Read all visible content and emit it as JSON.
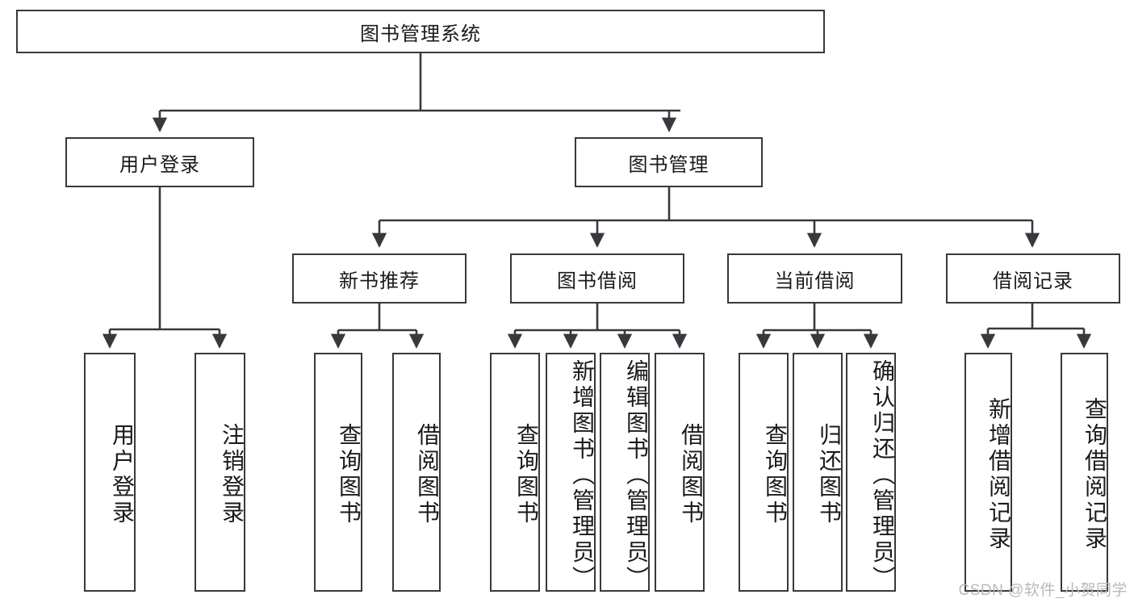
{
  "diagram": {
    "type": "tree",
    "title": "图书管理系统",
    "watermark": "CSDN @软件_小贺同学",
    "colors": {
      "box_border": "#36393d",
      "box_fill": "#ffffff",
      "edge": "#36393d",
      "text": "#1a1a1a",
      "watermark": "#b9b9b9",
      "background": "#ffffff"
    },
    "nodes": {
      "root": {
        "label": "图书管理系统",
        "orientation": "horizontal"
      },
      "level2": [
        {
          "id": "user-login",
          "label": "用户登录",
          "orientation": "horizontal"
        },
        {
          "id": "book-manage",
          "label": "图书管理",
          "orientation": "horizontal"
        }
      ],
      "level3": [
        {
          "id": "new-book-recommend",
          "label": "新书推荐",
          "orientation": "horizontal"
        },
        {
          "id": "book-borrow",
          "label": "图书借阅",
          "orientation": "horizontal"
        },
        {
          "id": "current-borrow",
          "label": "当前借阅",
          "orientation": "horizontal"
        },
        {
          "id": "borrow-record",
          "label": "借阅记录",
          "orientation": "horizontal"
        }
      ],
      "leaves": [
        {
          "id": "leaf-user-login",
          "label": "用户登录",
          "parent": "user-login",
          "orientation": "vertical"
        },
        {
          "id": "leaf-logout-login",
          "label": "注销登录",
          "parent": "user-login",
          "orientation": "vertical"
        },
        {
          "id": "leaf-query-book-1",
          "label": "查询图书",
          "parent": "new-book-recommend",
          "orientation": "vertical"
        },
        {
          "id": "leaf-borrow-book-1",
          "label": "借阅图书",
          "parent": "new-book-recommend",
          "orientation": "vertical"
        },
        {
          "id": "leaf-query-book-2",
          "label": "查询图书",
          "parent": "book-borrow",
          "orientation": "vertical"
        },
        {
          "id": "leaf-add-book",
          "label": "新增图书（管理员）",
          "parent": "book-borrow",
          "orientation": "vertical"
        },
        {
          "id": "leaf-edit-book",
          "label": "编辑图书（管理员）",
          "parent": "book-borrow",
          "orientation": "vertical"
        },
        {
          "id": "leaf-borrow-book-2",
          "label": "借阅图书",
          "parent": "book-borrow",
          "orientation": "vertical"
        },
        {
          "id": "leaf-query-book-3",
          "label": "查询图书",
          "parent": "current-borrow",
          "orientation": "vertical"
        },
        {
          "id": "leaf-return-book",
          "label": "归还图书",
          "parent": "current-borrow",
          "orientation": "vertical"
        },
        {
          "id": "leaf-confirm-return",
          "label": "确认归还（管理员）",
          "parent": "current-borrow",
          "orientation": "vertical"
        },
        {
          "id": "leaf-add-borrow-record",
          "label": "新增借阅记录",
          "parent": "borrow-record",
          "orientation": "vertical"
        },
        {
          "id": "leaf-query-borrow-record",
          "label": "查询借阅记录",
          "parent": "borrow-record",
          "orientation": "vertical"
        }
      ]
    }
  }
}
